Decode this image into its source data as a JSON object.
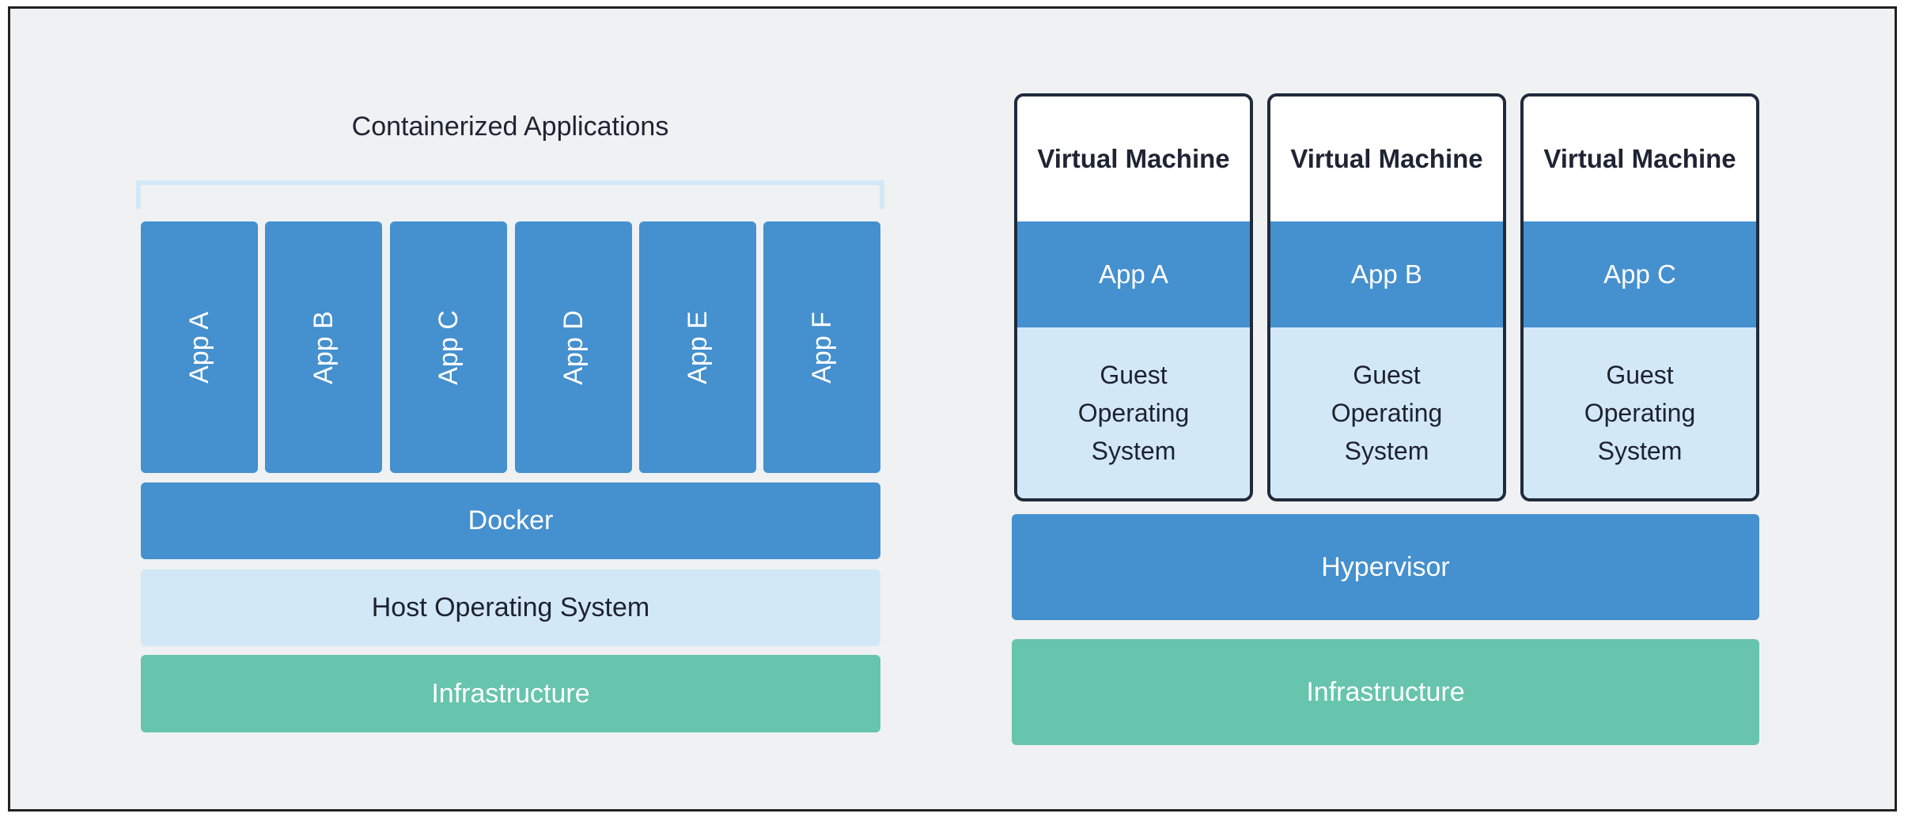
{
  "containers": {
    "title": "Containerized Applications",
    "apps": [
      "App A",
      "App B",
      "App C",
      "App D",
      "App E",
      "App F"
    ],
    "docker": "Docker",
    "host_os": "Host Operating System",
    "infrastructure": "Infrastructure"
  },
  "vms": {
    "machines": [
      {
        "title": "Virtual Machine",
        "app": "App A",
        "os": "Guest\nOperating\nSystem"
      },
      {
        "title": "Virtual Machine",
        "app": "App B",
        "os": "Guest\nOperating\nSystem"
      },
      {
        "title": "Virtual Machine",
        "app": "App C",
        "os": "Guest\nOperating\nSystem"
      }
    ],
    "hypervisor": "Hypervisor",
    "infrastructure": "Infrastructure"
  },
  "colors": {
    "layer_blue": "#4590ce",
    "layer_light": "#d3e8f7",
    "layer_green": "#67c4ad",
    "background": "#eff1f3",
    "outline": "#1f2a3b"
  }
}
